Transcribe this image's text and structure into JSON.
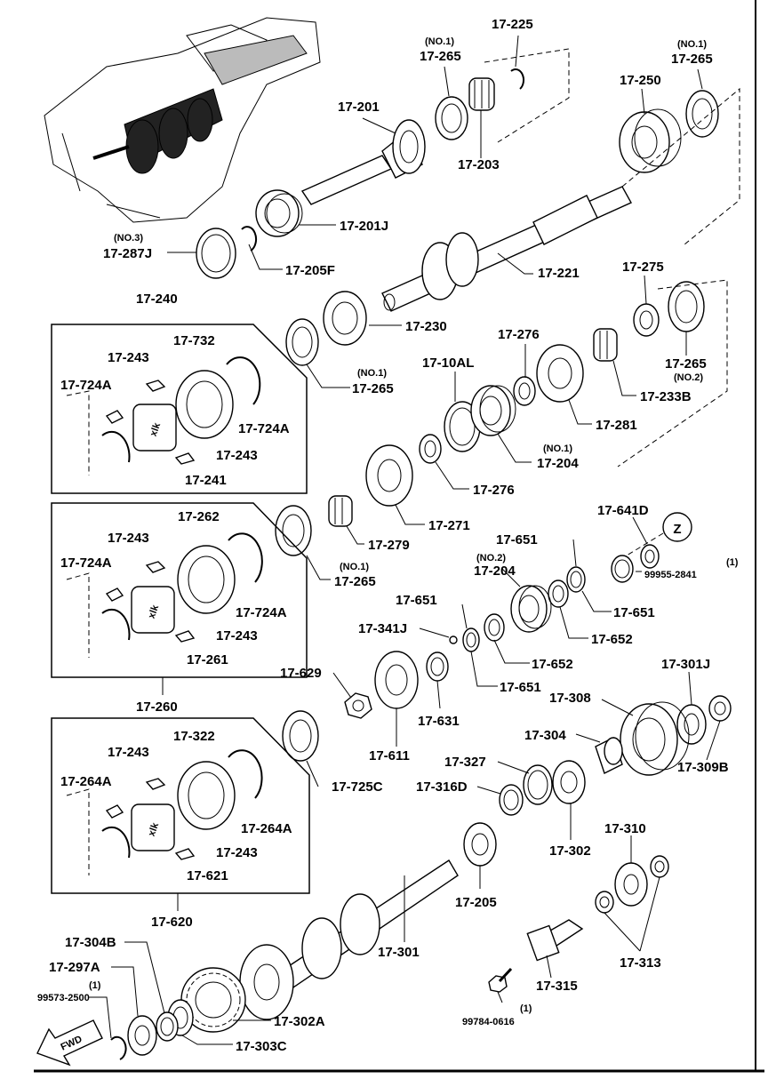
{
  "labels": {
    "p17_225": "17-225",
    "p17_265_no1_a_note": "(NO.1)",
    "p17_265_no1_a": "17-265",
    "p17_265_no1_b_note": "(NO.1)",
    "p17_265_no1_b": "17-265",
    "p17_201": "17-201",
    "p17_203": "17-203",
    "p17_250": "17-250",
    "p17_201j": "17-201J",
    "p17_287j_note": "(NO.3)",
    "p17_287j": "17-287J",
    "p17_205f": "17-205F",
    "p17_221": "17-221",
    "p17_240": "17-240",
    "p17_732": "17-732",
    "p17_243_a": "17-243",
    "p17_724a_a": "17-724A",
    "p17_724a_b": "17-724A",
    "p17_243_b": "17-243",
    "p17_241": "17-241",
    "p17_230": "17-230",
    "p17_265_no1_c_note": "(NO.1)",
    "p17_265_no1_c": "17-265",
    "p17_276_a": "17-276",
    "p17_10al": "17-10AL",
    "p17_275": "17-275",
    "p17_265_no2": "17-265",
    "p17_265_no2_note": "(NO.2)",
    "p17_233b": "17-233B",
    "p17_281": "17-281",
    "p17_204_no1_note": "(NO.1)",
    "p17_204_no1": "17-204",
    "p17_276_b": "17-276",
    "p17_271": "17-271",
    "p17_262": "17-262",
    "p17_243_c": "17-243",
    "p17_724a_c": "17-724A",
    "p17_724a_d": "17-724A",
    "p17_243_d": "17-243",
    "p17_261": "17-261",
    "p17_260": "17-260",
    "p17_279": "17-279",
    "p17_265_no1_d_note": "(NO.1)",
    "p17_265_no1_d": "17-265",
    "p17_641d": "17-641D",
    "z_marker": "Z",
    "p17_651_a": "17-651",
    "p17_204_no2_note": "(NO.2)",
    "p17_204_no2": "17-204",
    "p99955_2841_note": "(1)",
    "p99955_2841": "99955-2841",
    "p17_651_b": "17-651",
    "p17_652_a": "17-652",
    "p17_651_c": "17-651",
    "p17_341j": "17-341J",
    "p17_652_b": "17-652",
    "p17_651_d": "17-651",
    "p17_629": "17-629",
    "p17_631": "17-631",
    "p17_611": "17-611",
    "p17_301j": "17-301J",
    "p17_308": "17-308",
    "p17_304": "17-304",
    "p17_327": "17-327",
    "p17_316d": "17-316D",
    "p17_309b": "17-309B",
    "p17_725c": "17-725C",
    "p17_322": "17-322",
    "p17_243_e": "17-243",
    "p17_264a_a": "17-264A",
    "p17_264a_b": "17-264A",
    "p17_243_f": "17-243",
    "p17_621": "17-621",
    "p17_302": "17-302",
    "p17_310": "17-310",
    "p17_205": "17-205",
    "p17_620": "17-620",
    "p17_301": "17-301",
    "p17_313": "17-313",
    "p17_304b": "17-304B",
    "p17_297a": "17-297A",
    "p99573_2500_note": "(1)",
    "p99573_2500": "99573-2500",
    "p17_315": "17-315",
    "p99784_0616_note": "(1)",
    "p99784_0616": "99784-0616",
    "p17_302a": "17-302A",
    "p17_303c": "17-303C",
    "fwd": "FWD"
  },
  "colors": {
    "line": "#000000",
    "background": "#ffffff"
  }
}
